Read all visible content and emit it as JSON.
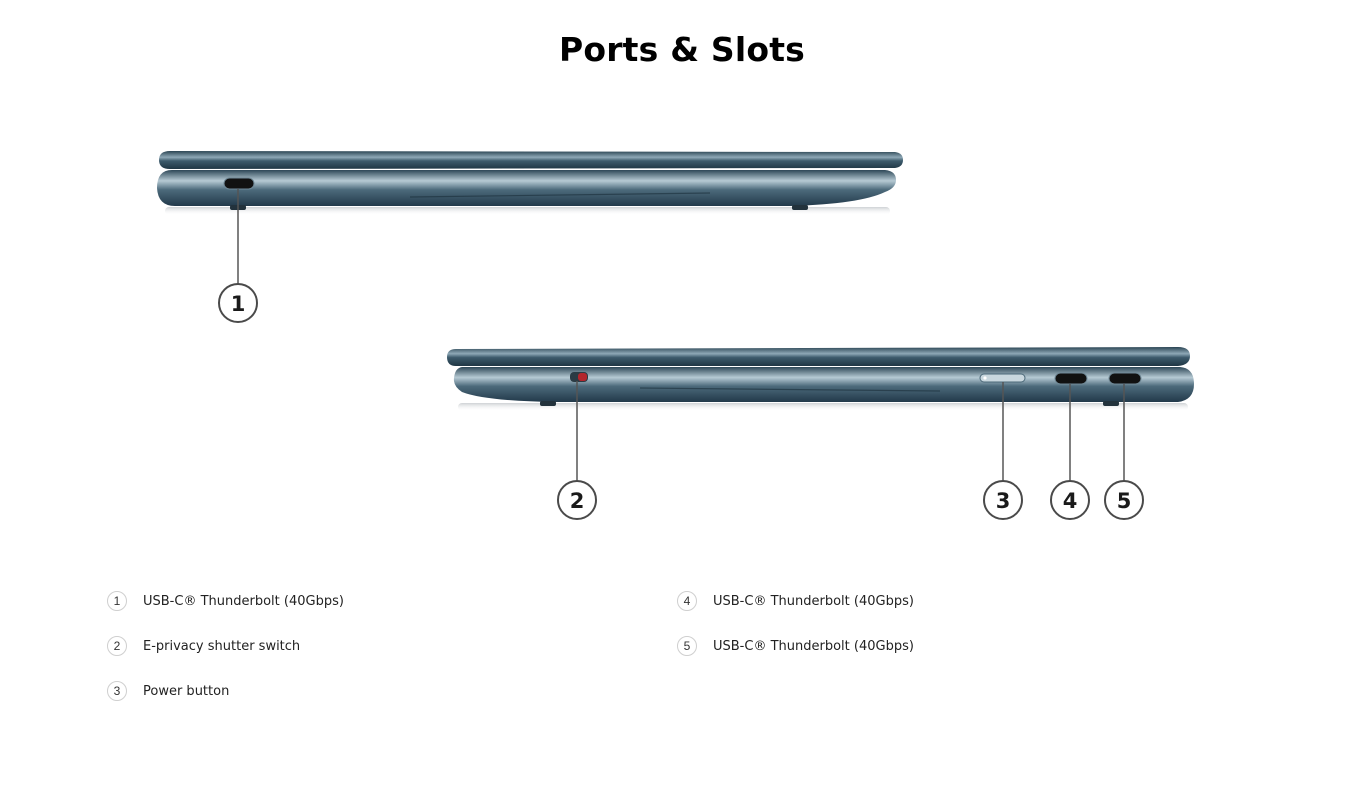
{
  "title": "Ports & Slots",
  "colors": {
    "chassis_dark": "#27404f",
    "chassis_mid": "#3c5a6b",
    "chassis_highlight": "#a9bfcb",
    "port_black": "#111111",
    "shutter_red": "#b3262c",
    "callout_line": "#555555",
    "callout_ring": "#4a4a4a"
  },
  "callouts": [
    {
      "number": "1"
    },
    {
      "number": "2"
    },
    {
      "number": "3"
    },
    {
      "number": "4"
    },
    {
      "number": "5"
    }
  ],
  "legend": [
    {
      "number": "1",
      "label": "USB-C® Thunderbolt (40Gbps)"
    },
    {
      "number": "2",
      "label": "E-privacy shutter switch"
    },
    {
      "number": "3",
      "label": "Power button"
    },
    {
      "number": "4",
      "label": "USB-C® Thunderbolt (40Gbps)"
    },
    {
      "number": "5",
      "label": "USB-C® Thunderbolt (40Gbps)"
    }
  ]
}
